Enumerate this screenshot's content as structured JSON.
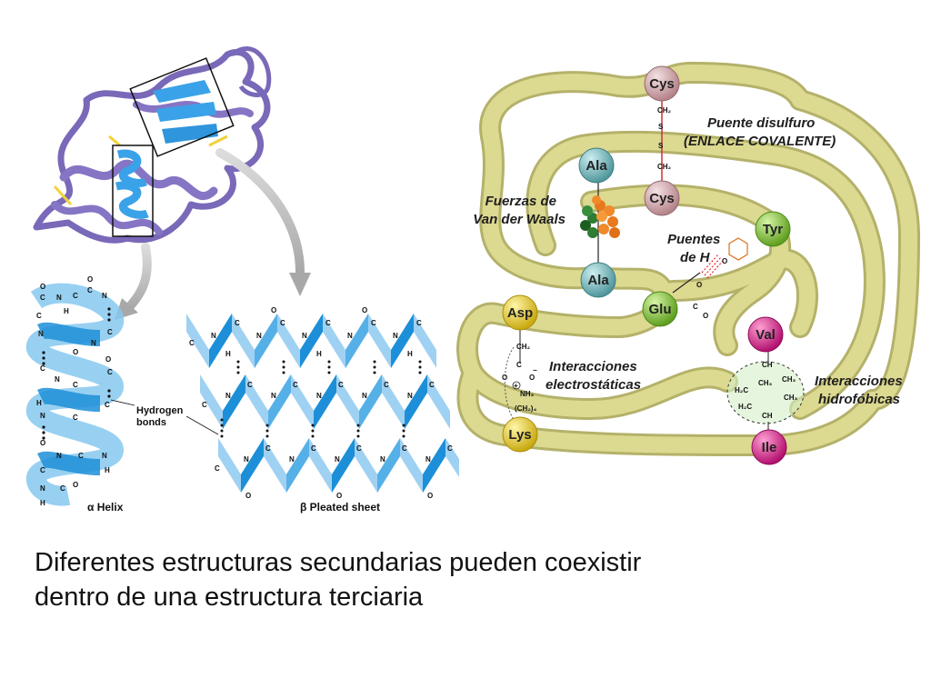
{
  "secondary": {
    "hydrogen_bonds_line1": "Hydrogen",
    "hydrogen_bonds_line2": "bonds",
    "alpha_helix_label": "α Helix",
    "beta_sheet_label": "β Pleated sheet",
    "atoms": {
      "c": "C",
      "n": "N",
      "h": "H",
      "o": "O"
    }
  },
  "tertiary": {
    "residues": {
      "cys_top": "Cys",
      "ala_top": "Ala",
      "cys_mid": "Cys",
      "tyr": "Tyr",
      "ala_bottom": "Ala",
      "glu": "Glu",
      "asp": "Asp",
      "val": "Val",
      "lys": "Lys",
      "ile": "Ile"
    },
    "labels": {
      "disulfide_line1": "Puente disulfuro",
      "disulfide_line2": "(ENLACE COVALENTE)",
      "vdw_line1": "Fuerzas de",
      "vdw_line2": "Van der Waals",
      "hbond_line1": "Puentes",
      "hbond_line2": "de H",
      "electro_line1": "Interacciones",
      "electro_line2": "electrostáticas",
      "hydrophobic_line1": "Interacciones",
      "hydrophobic_line2": "hidrofóbicas"
    },
    "chem": {
      "ch2": "CH₂",
      "s": "S",
      "c": "C",
      "o": "O",
      "ch": "CH",
      "ch3": "CH₃",
      "nh3": "NH₃",
      "plus": "+",
      "minus": "−",
      "h2c": "H₂C",
      "ch2_4": "(CH₂)₄"
    },
    "colors": {
      "chain": "#dcd990",
      "chain_edge": "#b4b16a",
      "cys": "#c9a0a6",
      "ala": "#6fb0b5",
      "tyr": "#7cc23a",
      "glu": "#7cc23a",
      "asp": "#e3c51f",
      "lys": "#e3c51f",
      "val": "#d8248e",
      "ile": "#d8248e"
    }
  },
  "caption": {
    "line1": "Diferentes estructuras secundarias pueden coexistir",
    "line2": "dentro de una estructura terciaria"
  }
}
